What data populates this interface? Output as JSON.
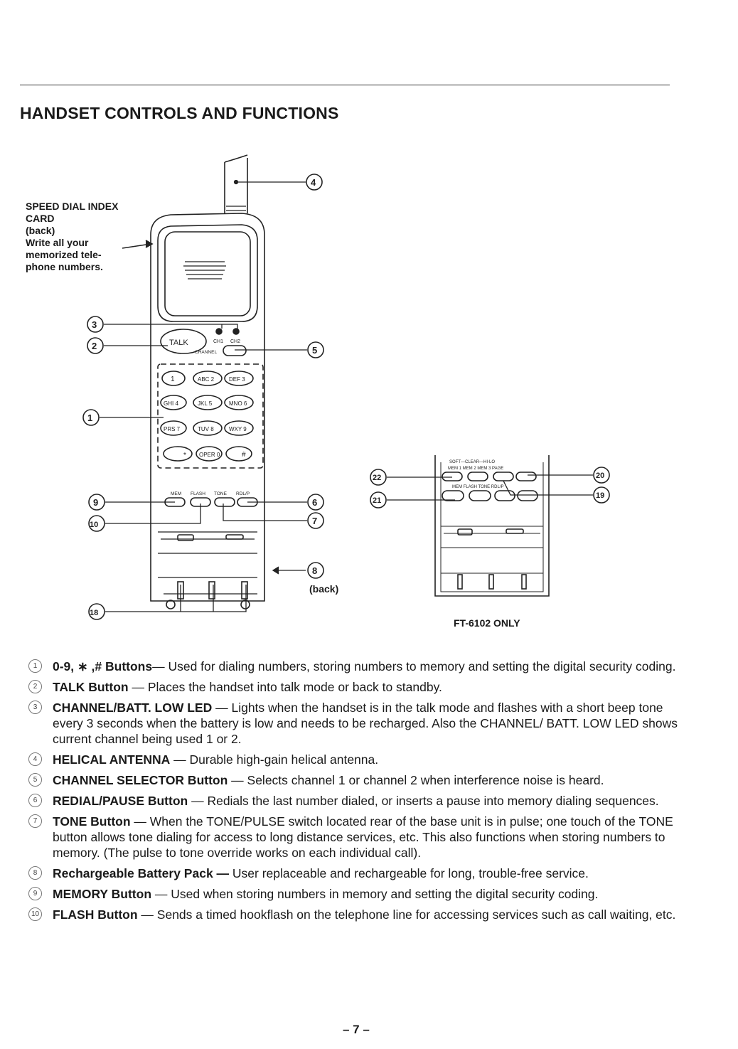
{
  "header": {
    "title": "HANDSET CONTROLS AND FUNCTIONS"
  },
  "callout": {
    "lines": [
      "SPEED DIAL INDEX",
      "CARD",
      "(back)",
      "Write all your",
      "memorized tele-",
      "phone numbers."
    ]
  },
  "figure": {
    "callout_numbers": [
      "4",
      "3",
      "2",
      "5",
      "1",
      "9",
      "10",
      "6",
      "7",
      "8",
      "18",
      "22",
      "21",
      "20",
      "19"
    ],
    "handset_labels": {
      "talk": "TALK",
      "ch1": "CH1",
      "ch2": "CH2",
      "channel": "CHANNEL",
      "mem": "MEM",
      "flash": "FLASH",
      "tone": "TONE",
      "rdlp": "RDL/P"
    },
    "keypad": [
      [
        "1",
        "ABC 2",
        "DEF 3"
      ],
      [
        "GHI 4",
        "JKL 5",
        "MNO 6"
      ],
      [
        "PRS 7",
        "TUV 8",
        "WXY 9"
      ],
      [
        "*",
        "OPER 0",
        "#"
      ]
    ],
    "alt_labels": {
      "top": "SOFT—CLEAR—HI-LO",
      "row1": "MEM 1  MEM 2  MEM 3  PAGE",
      "row2": "MEM  FLASH  TONE  RDL/P"
    },
    "back_label": "(back)",
    "alt_caption": "FT-6102 ONLY"
  },
  "items": [
    {
      "num": "1",
      "term": "0-9, ∗ ,# Buttons",
      "text": "— Used for dialing numbers, storing numbers to memory and setting the digital security coding."
    },
    {
      "num": "2",
      "term": "TALK Button",
      "text": " — Places the handset into talk mode or back to standby."
    },
    {
      "num": "3",
      "term": "CHANNEL/BATT. LOW LED",
      "text": " — Lights when the handset is in the talk mode and flashes with a short beep tone every 3 seconds when the battery is low and needs to be recharged. Also the CHANNEL/ BATT. LOW LED shows current channel being used 1 or 2."
    },
    {
      "num": "4",
      "term": "HELICAL ANTENNA",
      "text": " — Durable high-gain helical antenna."
    },
    {
      "num": "5",
      "term": "CHANNEL SELECTOR Button",
      "text": " — Selects channel 1 or channel 2 when interference noise is heard."
    },
    {
      "num": "6",
      "term": "REDIAL/PAUSE Button",
      "text": " — Redials the last number dialed, or inserts a pause into memory dialing sequences."
    },
    {
      "num": "7",
      "term": "TONE Button",
      "text": " — When the TONE/PULSE switch located rear of the base unit is in pulse; one touch of the TONE button allows tone dialing for access to long distance services, etc. This also functions when storing numbers to memory. (The pulse to tone override works on each individual call)."
    },
    {
      "num": "8",
      "term": "Rechargeable Battery Pack —",
      "text": " User replaceable and rechargeable for long, trouble-free service."
    },
    {
      "num": "9",
      "term": "MEMORY Button",
      "text": " — Used when storing numbers in memory and setting the digital security coding."
    },
    {
      "num": "10",
      "term": "FLASH Button",
      "text": " — Sends a timed hookflash on the telephone line for accessing services such as call waiting, etc."
    }
  ],
  "footer": {
    "page": "– 7 –"
  }
}
